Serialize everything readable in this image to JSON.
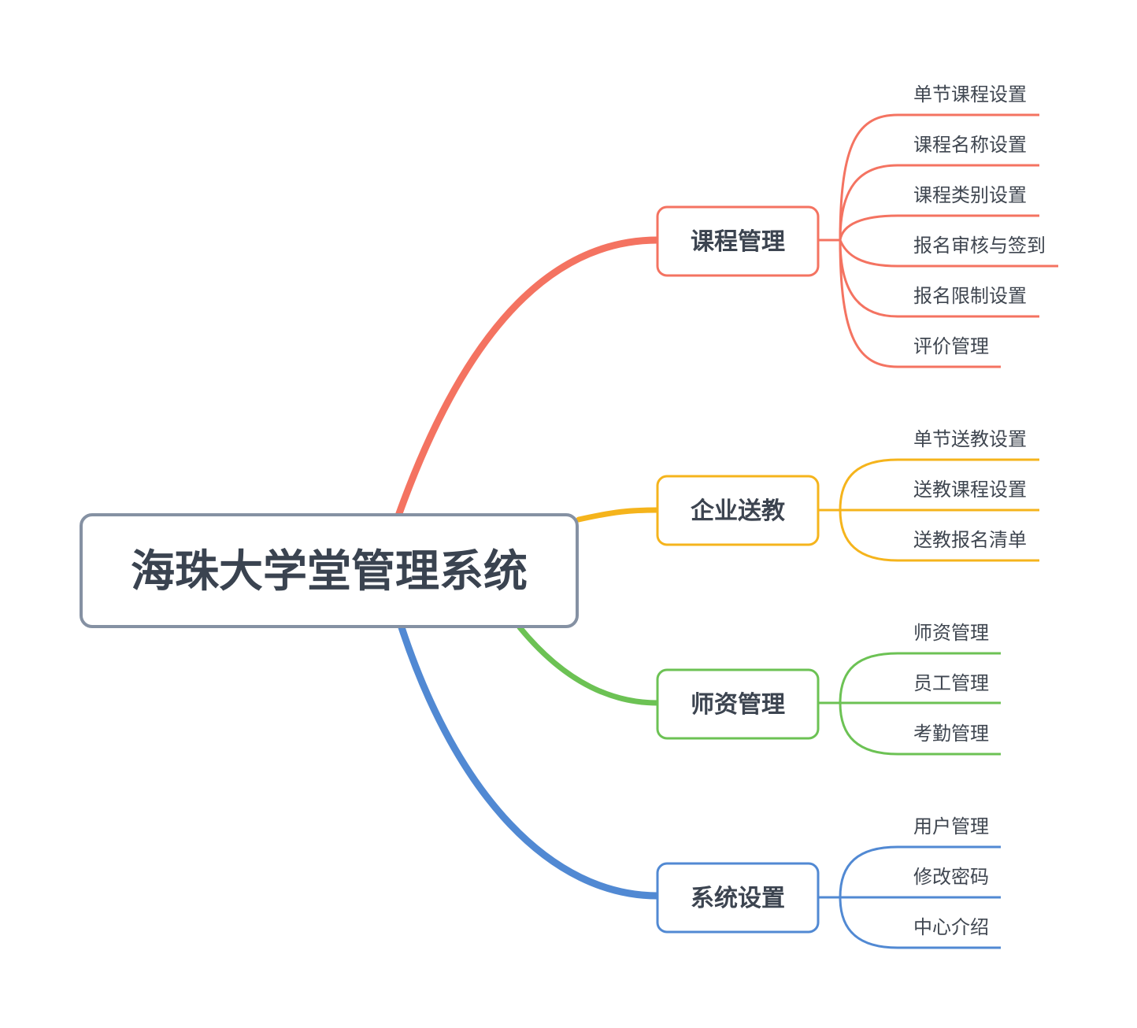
{
  "root": {
    "label": "海珠大学堂管理系统",
    "border_color": "#8591a3"
  },
  "branches": [
    {
      "label": "课程管理",
      "color": "#f47361",
      "children": [
        "单节课程设置",
        "课程名称设置",
        "课程类别设置",
        "报名审核与签到",
        "报名限制设置",
        "评价管理"
      ]
    },
    {
      "label": "企业送教",
      "color": "#f5b41c",
      "children": [
        "单节送教设置",
        "送教课程设置",
        "送教报名清单"
      ]
    },
    {
      "label": "师资管理",
      "color": "#6cc254",
      "children": [
        "师资管理",
        "员工管理",
        "考勤管理"
      ]
    },
    {
      "label": "系统设置",
      "color": "#5189d3",
      "children": [
        "用户管理",
        "修改密码",
        "中心介绍"
      ]
    }
  ]
}
